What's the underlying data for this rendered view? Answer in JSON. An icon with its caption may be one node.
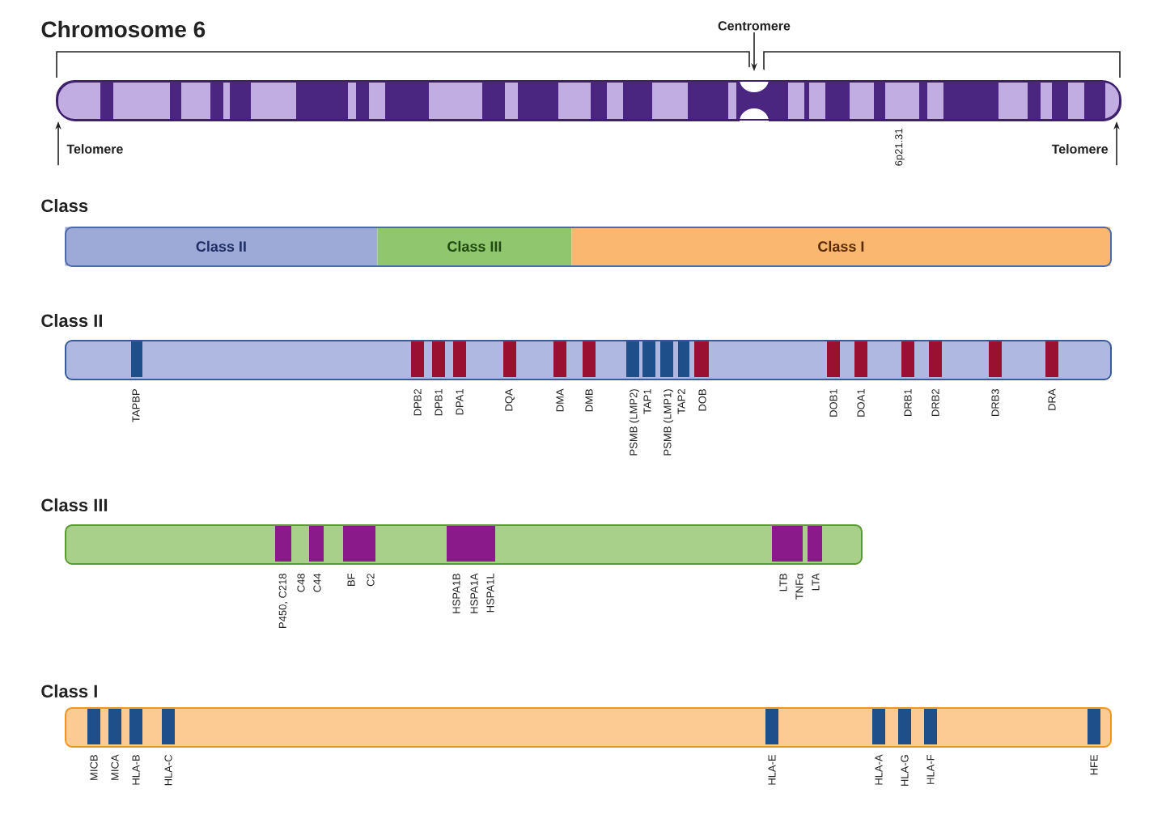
{
  "diagram": {
    "nodes": [
      {
        "text": [
          "Chromosome 6"
        ],
        "beside": [
          "6p21.31"
        ]
      },
      {
        "text": [
          "Class"
        ]
      },
      {
        "text": [
          "Class II"
        ],
        "in": 1
      },
      {
        "text": [
          "Class III"
        ],
        "in": 1
      },
      {
        "text": [
          "Class I"
        ],
        "in": 1
      },
      {
        "text": [
          "Class II"
        ],
        "beside": [
          "TAPBP",
          "DPB2",
          "DPB1",
          "DPA1",
          "DQA",
          "DMA",
          "DMB",
          "PSMB (LMP2)",
          "TAP1",
          "PSMB (LMP1)",
          "TAP2",
          "DOB",
          "DOB1",
          "DOA1",
          "DRB1",
          "DRB2",
          "DRB3",
          "DRA"
        ]
      },
      {
        "text": [
          "Class III"
        ],
        "beside": [
          "P450, C218",
          "C48",
          "C44",
          "BF",
          "C2",
          "HSPA1B",
          "HSPA1A",
          "HSPA1L",
          "LTB",
          "TNFα",
          "LTA"
        ]
      },
      {
        "text": [
          "Class I"
        ],
        "beside": [
          "MICB",
          "MICA",
          "HLA-B",
          "HLA-C",
          "HLA-E",
          "HLA-A",
          "HLA-G",
          "HLA-F",
          "HFE"
        ]
      },
      {
        "text": [
          "Telomere"
        ]
      },
      {
        "text": [
          "Telomere"
        ]
      },
      {
        "text": [
          "Centromere"
        ]
      }
    ],
    "edges": [
      {
        "from": 8,
        "to": 0,
        "arrow": "to"
      },
      {
        "from": 9,
        "to": 0,
        "arrow": "to"
      },
      {
        "from": 10,
        "to": 0,
        "arrow": "to"
      }
    ]
  }
}
